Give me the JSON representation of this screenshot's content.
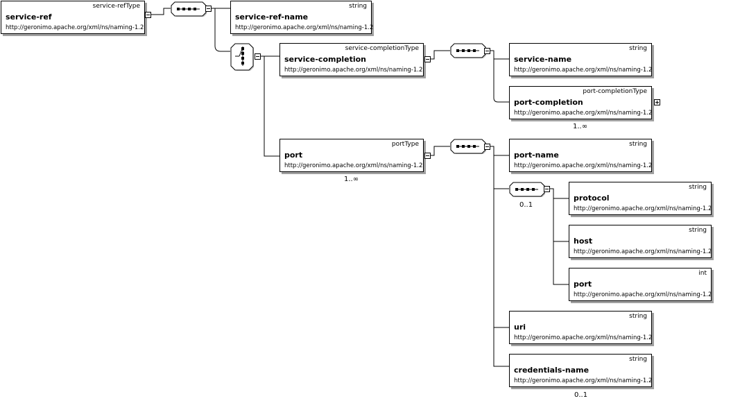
{
  "elements": {
    "service_ref": {
      "name": "service-ref",
      "type": "service-refType",
      "ns": "http://geronimo.apache.org/xml/ns/naming-1.2"
    },
    "service_ref_name": {
      "name": "service-ref-name",
      "type": "string",
      "ns": "http://geronimo.apache.org/xml/ns/naming-1.2"
    },
    "service_completion": {
      "name": "service-completion",
      "type": "service-completionType",
      "ns": "http://geronimo.apache.org/xml/ns/naming-1.2"
    },
    "port_el": {
      "name": "port",
      "type": "portType",
      "ns": "http://geronimo.apache.org/xml/ns/naming-1.2"
    },
    "service_name": {
      "name": "service-name",
      "type": "string",
      "ns": "http://geronimo.apache.org/xml/ns/naming-1.2"
    },
    "port_completion": {
      "name": "port-completion",
      "type": "port-completionType",
      "ns": "http://geronimo.apache.org/xml/ns/naming-1.2"
    },
    "port_name": {
      "name": "port-name",
      "type": "string",
      "ns": "http://geronimo.apache.org/xml/ns/naming-1.2"
    },
    "protocol": {
      "name": "protocol",
      "type": "string",
      "ns": "http://geronimo.apache.org/xml/ns/naming-1.2"
    },
    "host": {
      "name": "host",
      "type": "string",
      "ns": "http://geronimo.apache.org/xml/ns/naming-1.2"
    },
    "port_int": {
      "name": "port",
      "type": "int",
      "ns": "http://geronimo.apache.org/xml/ns/naming-1.2"
    },
    "uri": {
      "name": "uri",
      "type": "string",
      "ns": "http://geronimo.apache.org/xml/ns/naming-1.2"
    },
    "credentials_name": {
      "name": "credentials-name",
      "type": "string",
      "ns": "http://geronimo.apache.org/xml/ns/naming-1.2"
    }
  },
  "cardinality": {
    "port_completion": "1..∞",
    "port": "1..∞",
    "protocol_sequence": "0..1",
    "credentials_name": "0..1"
  },
  "compositors": {
    "seq1": "sequence-icon",
    "choice1": "choice-icon",
    "seq2": "sequence-icon",
    "seq3": "sequence-icon",
    "seq4": "sequence-icon"
  },
  "colors": {
    "line": "#000000",
    "shadow": "#a0a0a0",
    "background": "#ffffff"
  }
}
